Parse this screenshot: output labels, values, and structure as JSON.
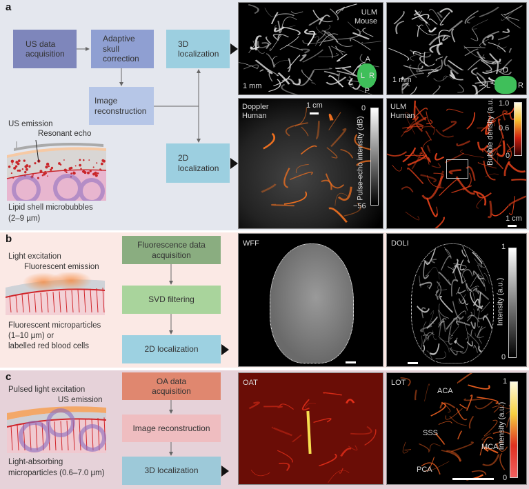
{
  "panel_a": {
    "letter": "a",
    "boxes": {
      "us_acq": "US data acquisition",
      "skull": "Adaptive skull correction",
      "recon": "Image reconstruction",
      "loc3d": "3D localization",
      "loc2d": "2D localization"
    },
    "illustration": {
      "us_emission": "US emission",
      "resonant_echo": "Resonant echo",
      "caption_1": "Lipid shell microbubbles",
      "caption_2": "(2–9 µm)"
    },
    "images": {
      "ulm_mouse_1": "ULM",
      "ulm_mouse_2": "Mouse",
      "scale_mm": "1 mm",
      "orient_a": "A",
      "orient_p": "P",
      "orient_l": "L",
      "orient_r": "R",
      "scale_mm_2": "1 mm",
      "orient2_d": "D",
      "orient2_l": "L",
      "orient2_r": "R",
      "doppler_1": "Doppler",
      "doppler_2": "Human",
      "scale_cm": "1 cm",
      "pe_max": "0",
      "pe_min": "−56",
      "pe_label": "Pulse-echo intensity (dB)",
      "ulm_h_1": "ULM",
      "ulm_h_2": "Human",
      "bd_max": "1.0",
      "bd_mid": "0.6",
      "bd_min": "0",
      "bd_label": "Bubble density (a.u.)",
      "scale_cm_2": "1 cm"
    },
    "colors": {
      "us_acq": "#7e86bb",
      "skull": "#8f9fd2",
      "recon": "#b6c6e7",
      "loc": "#9ccfe0"
    }
  },
  "panel_b": {
    "letter": "b",
    "boxes": {
      "fl_acq": "Fluorescence data acquisition",
      "svd": "SVD filtering",
      "loc2d": "2D localization"
    },
    "illustration": {
      "light_excitation": "Light excitation",
      "fluor_emission": "Fluorescent emission",
      "caption_1": "Fluorescent microparticles",
      "caption_2": "(1–10 µm) or",
      "caption_3": "labelled red blood cells"
    },
    "images": {
      "wff": "WFF",
      "doli": "DOLI",
      "int_max": "1",
      "int_min": "0",
      "int_label": "Intensity (a.u.)"
    },
    "colors": {
      "fl_acq": "#8aad80",
      "svd": "#a9d49c",
      "loc": "#9dd1e1"
    }
  },
  "panel_c": {
    "letter": "c",
    "boxes": {
      "oa_acq": "OA data acquisition",
      "recon": "Image reconstruction",
      "loc3d": "3D localization"
    },
    "illustration": {
      "pulsed": "Pulsed light excitation",
      "us_emission": "US emission",
      "caption_1": "Light-absorbing",
      "caption_2": "microparticles (0.6–7.0 µm)"
    },
    "images": {
      "oat": "OAT",
      "lot": "LOT",
      "aca": "ACA",
      "sss": "SSS",
      "mca": "MCA",
      "pca": "PCA",
      "int_max": "1",
      "int_min": "0",
      "int_label": "Intensity (a.u.)"
    },
    "colors": {
      "oa_acq": "#e0876f",
      "recon": "#efbdc0",
      "loc": "#9dc9d9"
    }
  }
}
